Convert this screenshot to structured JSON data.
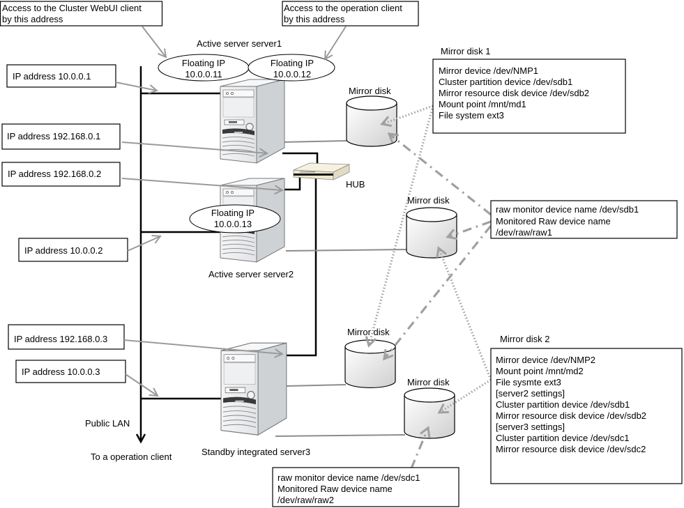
{
  "callouts": {
    "webui_client": [
      "Access to the Cluster WebUI  client",
      "by this address"
    ],
    "operation_client": [
      "Access to the operation client",
      "by this address"
    ]
  },
  "servers": [
    {
      "label": "Active server server1"
    },
    {
      "label": "Active server server2"
    },
    {
      "label": "Standby integrated server3"
    }
  ],
  "floating_ips": [
    {
      "label": "Floating IP",
      "address": "10.0.0.11"
    },
    {
      "label": "Floating IP",
      "address": "10.0.0.12"
    },
    {
      "label": "Floating IP",
      "address": "10.0.0.13"
    }
  ],
  "ip_labels": [
    "IP address 10.0.0.1",
    "IP address 192.168.0.1",
    "IP address 192.168.0.2",
    "IP address 10.0.0.2",
    "IP address 192.168.0.3",
    "IP address 10.0.0.3"
  ],
  "network": {
    "public_lan": "Public LAN",
    "to_client": "To a operation client",
    "hub": "HUB"
  },
  "mirror_disk_labels": [
    "Mirror disk",
    "Mirror disk",
    "Mirror disk",
    "Mirror disk"
  ],
  "mirror_disk_1": {
    "title": "Mirror disk 1",
    "lines": [
      "Mirror device /dev/NMP1",
      "Cluster partition device  /dev/sdb1",
      "Mirror resource disk device  /dev/sdb2",
      "Mount point  /mnt/md1",
      "File system ext3"
    ]
  },
  "raw_monitor_1": {
    "lines": [
      "raw monitor device name  /dev/sdb1",
      "Monitored Raw device name",
      "/dev/raw/raw1"
    ]
  },
  "mirror_disk_2": {
    "title": "Mirror disk 2",
    "lines": [
      "Mirror device /dev/NMP2",
      "Mount point  /mnt/md2",
      "File sysmte ext3",
      "[server2  settings]",
      "Cluster partition device  /dev/sdb1",
      "Mirror resource disk device  /dev/sdb2",
      "[server3  settings]",
      "Cluster partition device  /dev/sdc1",
      "Mirror resource disk device  /dev/sdc2"
    ]
  },
  "raw_monitor_2": {
    "lines": [
      "raw monitor device name  /dev/sdc1",
      "Monitored Raw device name",
      "/dev/raw/raw2"
    ]
  },
  "colors": {
    "line_black": "#000000",
    "pointer_gray": "#9a9a9a",
    "server_front": "#eceef0",
    "server_side": "#cfd2d5",
    "hub_beige": "#f1ecd6"
  }
}
